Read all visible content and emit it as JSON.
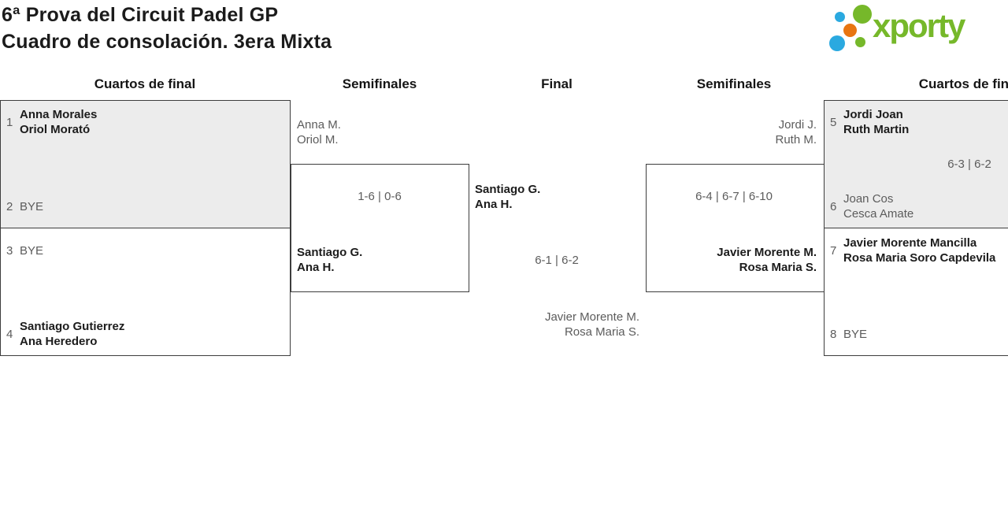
{
  "header": {
    "title_line1": "6ª Prova del Circuit Padel GP",
    "title_line2": "Cuadro de consolación. 3era Mixta",
    "logo_text": "xporty",
    "logo_colors": {
      "green": "#76b82a",
      "blue": "#2aa9e0",
      "orange": "#e87511"
    }
  },
  "rounds": {
    "qf_left": "Cuartos de final",
    "sf_left": "Semifinales",
    "final": "Final",
    "sf_right": "Semifinales",
    "qf_right": "Cuartos de final"
  },
  "matches": {
    "qf1": {
      "seed_a": "1",
      "team_a1": "Anna Morales",
      "team_a2": "Oriol Morató",
      "seed_b": "2",
      "team_b1": "BYE"
    },
    "qf2": {
      "seed_a": "3",
      "team_a1": "BYE",
      "seed_b": "4",
      "team_b1": "Santiago Gutierrez",
      "team_b2": "Ana Heredero"
    },
    "sf1": {
      "team_a1": "Anna M.",
      "team_a2": "Oriol M.",
      "score": "1-6 | 0-6",
      "team_b1": "Santiago G.",
      "team_b2": "Ana H."
    },
    "final": {
      "team_a1": "Santiago G.",
      "team_a2": "Ana H.",
      "score": "6-1 | 6-2",
      "team_b1": "Javier Morente M.",
      "team_b2": "Rosa Maria S."
    },
    "sf2": {
      "team_a1": "Jordi J.",
      "team_a2": "Ruth M.",
      "score": "6-4 | 6-7 | 6-10",
      "team_b1": "Javier Morente M.",
      "team_b2": "Rosa Maria S."
    },
    "qf3": {
      "seed_a": "5",
      "team_a1": "Jordi Joan",
      "team_a2": "Ruth Martin",
      "score": "6-3 | 6-2",
      "seed_b": "6",
      "team_b1": "Joan Cos",
      "team_b2": "Cesca Amate"
    },
    "qf4": {
      "seed_a": "7",
      "team_a1": "Javier Morente Mancilla",
      "team_a2": "Rosa Maria Soro Capdevila",
      "seed_b": "8",
      "team_b1": "BYE"
    }
  }
}
